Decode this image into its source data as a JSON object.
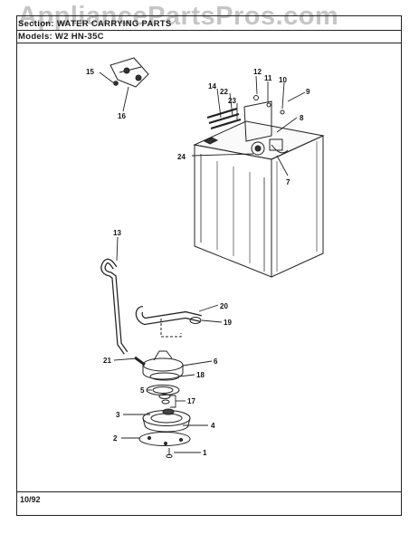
{
  "watermark": "AppliancePartsPros.com",
  "header": {
    "section_line": "Section: WATER CARRYING PARTS",
    "models_line": "Models: W2 HN-35C"
  },
  "footer": {
    "date": "10/92"
  },
  "callouts": {
    "c1": "1",
    "c2": "2",
    "c3": "3",
    "c4": "4",
    "c5": "5",
    "c6": "6",
    "c7": "7",
    "c8": "8",
    "c9": "9",
    "c10": "10",
    "c11": "11",
    "c12": "12",
    "c13": "13",
    "c14": "14",
    "c15": "15",
    "c16": "16",
    "c17": "17",
    "c18": "18",
    "c19": "19",
    "c20": "20",
    "c21": "21",
    "c22": "22",
    "c23": "23",
    "c24": "24"
  }
}
